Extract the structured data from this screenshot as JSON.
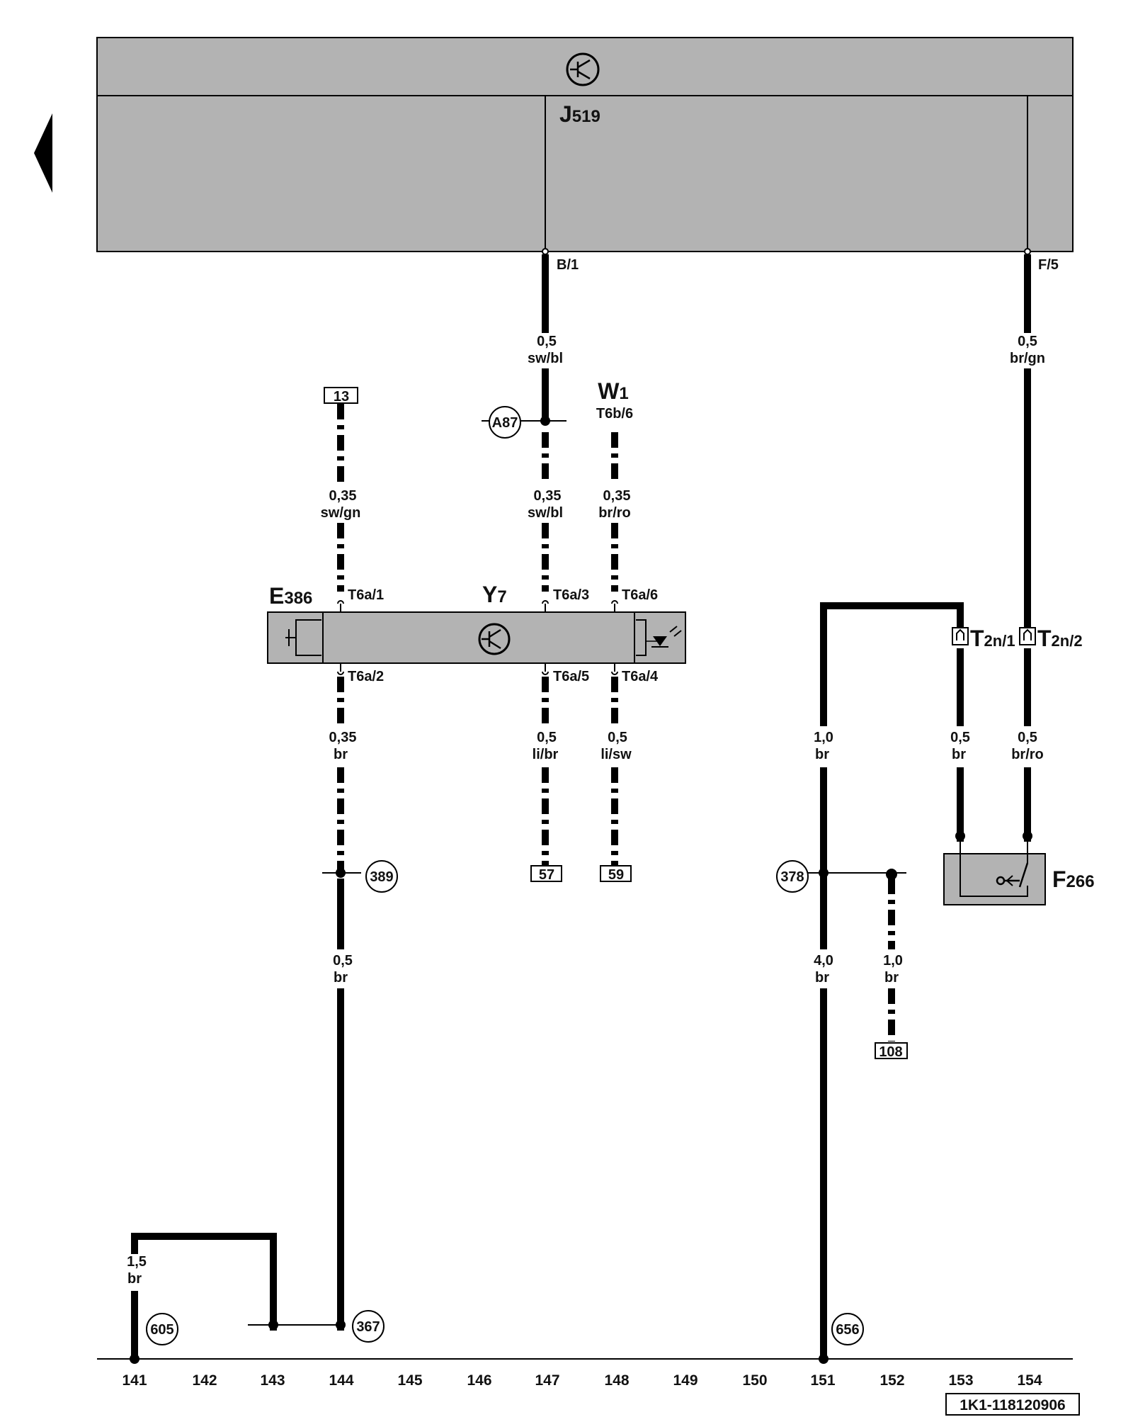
{
  "control_unit": {
    "name": "J",
    "sub": "519",
    "pins": [
      "B/1",
      "F/5"
    ]
  },
  "switch_assembly": {
    "left": {
      "name": "E",
      "sub": "386"
    },
    "center": {
      "name": "Y",
      "sub": "7"
    },
    "pins_top": [
      "T6a/1",
      "T6a/3",
      "T6a/6"
    ],
    "pins_bottom": [
      "T6a/2",
      "T6a/5",
      "T6a/4"
    ]
  },
  "w1": {
    "name": "W",
    "sub": "1",
    "connector": "T6b/6"
  },
  "switch_f266": {
    "name": "F",
    "sub": "266"
  },
  "connector_t2n": {
    "pin1_name": "T",
    "pin1_sub": "2n/1",
    "pin2_name": "T",
    "pin2_sub": "2n/2"
  },
  "wires": [
    {
      "id": "w147-top",
      "size": "0,5",
      "color": "sw/bl"
    },
    {
      "id": "w154-top",
      "size": "0,5",
      "color": "br/gn"
    },
    {
      "id": "w144-top",
      "size": "0,35",
      "color": "sw/gn"
    },
    {
      "id": "w147-mid",
      "size": "0,35",
      "color": "sw/bl"
    },
    {
      "id": "w148-mid",
      "size": "0,35",
      "color": "br/ro"
    },
    {
      "id": "w144-low",
      "size": "0,35",
      "color": "br"
    },
    {
      "id": "w147-low",
      "size": "0,5",
      "color": "li/br"
    },
    {
      "id": "w148-low",
      "size": "0,5",
      "color": "li/sw"
    },
    {
      "id": "w151-mid",
      "size": "1,0",
      "color": "br"
    },
    {
      "id": "w153-mid",
      "size": "0,5",
      "color": "br"
    },
    {
      "id": "w154-mid",
      "size": "0,5",
      "color": "br/ro"
    },
    {
      "id": "w144-bot",
      "size": "0,5",
      "color": "br"
    },
    {
      "id": "w151-bot",
      "size": "4,0",
      "color": "br"
    },
    {
      "id": "w152-bot",
      "size": "1,0",
      "color": "br"
    },
    {
      "id": "w141-bot",
      "size": "1,5",
      "color": "br"
    }
  ],
  "boxed_refs": [
    "13",
    "57",
    "59",
    "108"
  ],
  "circled_refs": [
    "A87",
    "389",
    "378",
    "605",
    "367",
    "656"
  ],
  "tracks": [
    "141",
    "142",
    "143",
    "144",
    "145",
    "146",
    "147",
    "148",
    "149",
    "150",
    "151",
    "152",
    "153",
    "154"
  ],
  "diagram_code": "1K1-118120906"
}
